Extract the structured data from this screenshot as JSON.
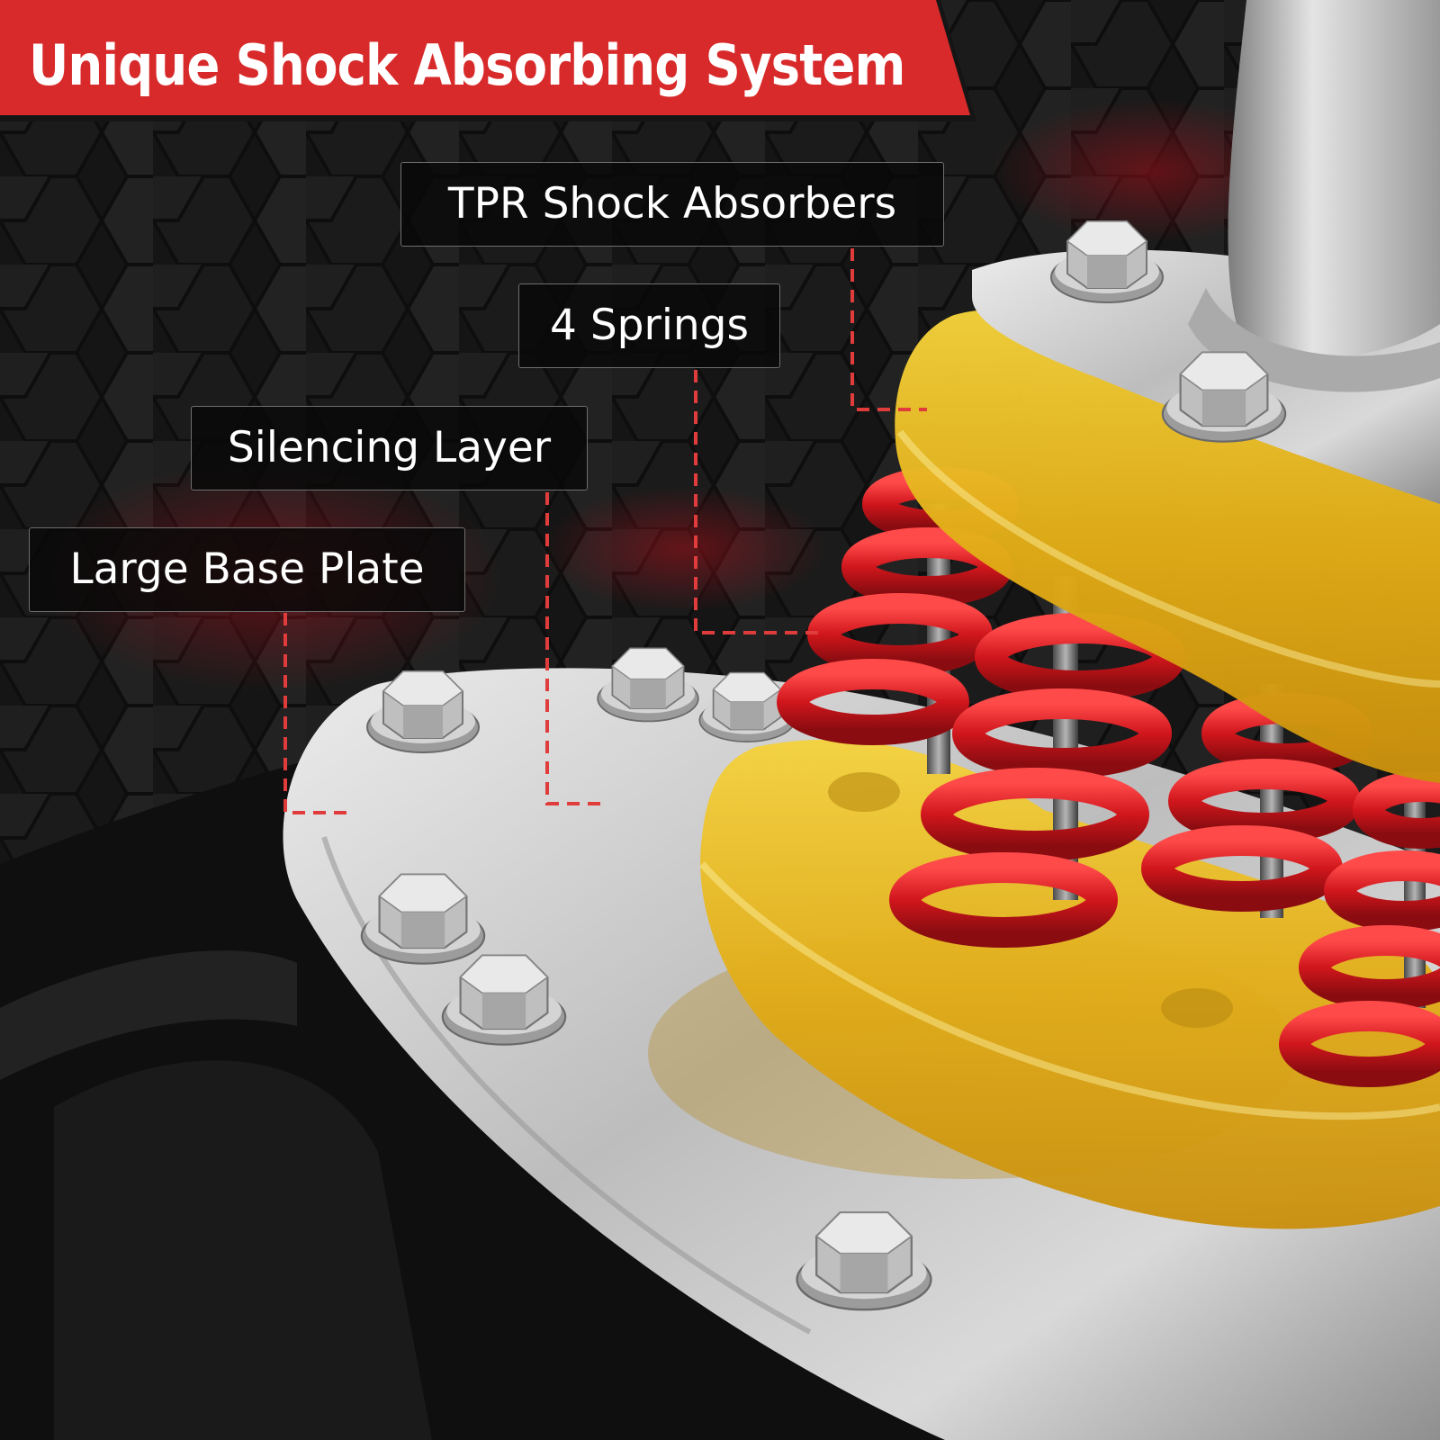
{
  "banner": {
    "title": "Unique Shock Absorbing System",
    "color": "#d82a2a"
  },
  "callouts": [
    {
      "id": "tpr",
      "label": "TPR Shock Absorbers"
    },
    {
      "id": "springs",
      "label": "4 Springs"
    },
    {
      "id": "silencing",
      "label": "Silencing Layer"
    },
    {
      "id": "baseplate",
      "label": "Large Base Plate"
    }
  ],
  "colors": {
    "background": "#141414",
    "hexagon": "#1e1e1e",
    "callout_bg": "#080808",
    "leader_line": "#e03c3c",
    "spring": "#c8141a",
    "absorber": "#e6b81a",
    "metal": "#c8c8c8"
  },
  "icons": [
    "hex-bolt-icon"
  ]
}
